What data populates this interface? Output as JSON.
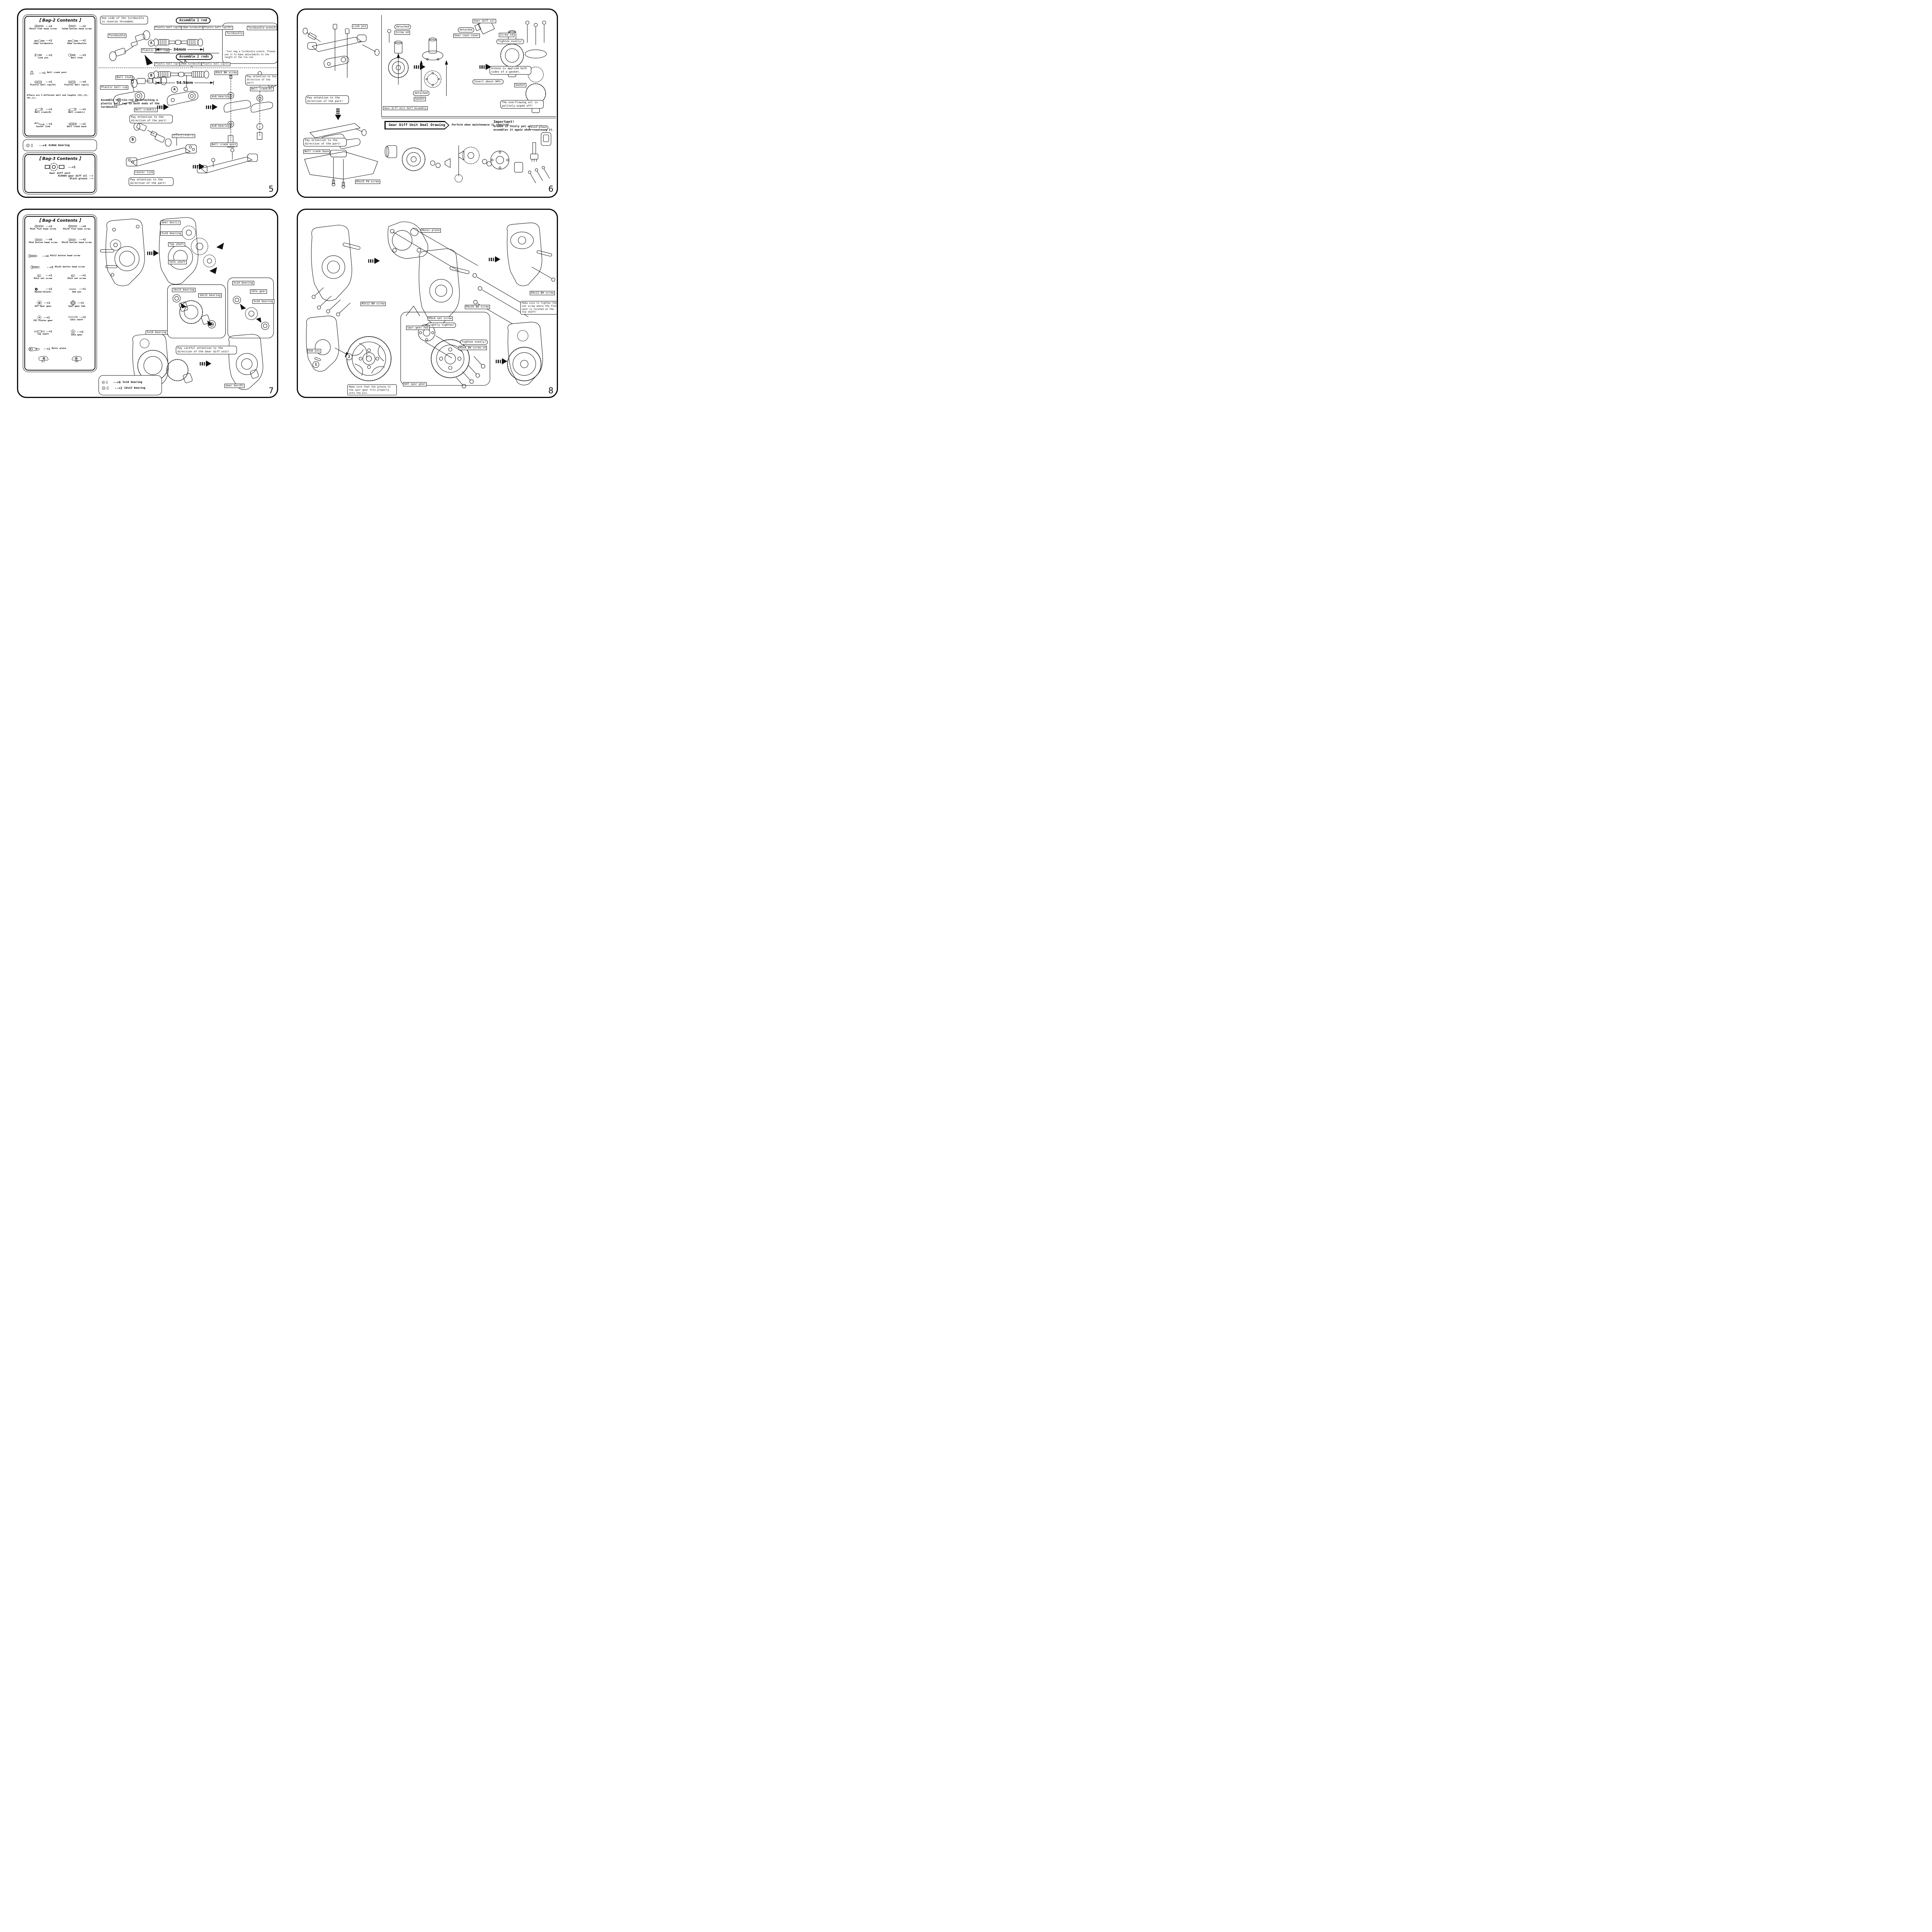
{
  "canvas": {
    "bg": "#ffffff",
    "ink": "#111111"
  },
  "page5": {
    "number": "5",
    "bag2": {
      "title": "【 Bag-2 Contents 】",
      "items": {
        "m3x15_fh": {
          "count": "--×2",
          "name": "M3x15 flat head screw",
          "icon": "flat-head-screw-icon"
        },
        "bh_3x5": {
          "count": "--×2",
          "name": "3x5mm button head screw",
          "icon": "button-head-screw-icon"
        },
        "tb16": {
          "count": "--×1",
          "name": "16mm turnbuckle",
          "icon": "turnbuckle-icon"
        },
        "tb30": {
          "count": "--×2",
          "name": "30mm turnbuckle",
          "icon": "turnbuckle-icon"
        },
        "link_pin": {
          "count": "--×2",
          "name": "Link pin",
          "icon": "link-pin-icon"
        },
        "ball_stud": {
          "count": "--×3",
          "name": "Ball stud",
          "icon": "ball-stud-icon"
        },
        "bell_crank_post": {
          "count": "--×2",
          "name": "Bell crank post",
          "icon": "post-icon"
        },
        "cup_ss": {
          "count": "--×2",
          "name": "Plastic ball cup(SS)",
          "icon": "ball-cup-icon"
        },
        "cup_s": {
          "count": "--×4",
          "name": "Plastic ball cup(S)",
          "icon": "ball-cup-icon"
        },
        "crank_r": {
          "count": "--×1",
          "name": "Bell crank(R)",
          "icon": "bell-crank-icon"
        },
        "crank_l": {
          "count": "--×1",
          "name": "Bell crank(L)",
          "icon": "bell-crank-icon"
        },
        "center_link": {
          "count": "--×1",
          "name": "Center link",
          "icon": "center-link-icon"
        },
        "crank_base": {
          "count": "--×1",
          "name": "Bell crank base",
          "icon": "crank-base-icon"
        }
      },
      "note": "※There are 4 different ball end lengths (SS),(S),(M),(L)."
    },
    "bearing_row": {
      "count": "--×4",
      "name": "4x8mm bearing",
      "icon": "bearing-icon"
    },
    "bag3": {
      "title": "【 Bag-3 Contents 】",
      "count": "--×1",
      "name": "Gear diff unit",
      "oil": "#10000 gear diff oil --×",
      "grease": "Black grease --×",
      "icon": "gear-diff-icon"
    },
    "notes": {
      "reverse": "One side of the turnbuckle is reverse threaded.",
      "tie_rod": "Assemble the tie-rod by attaching a plastic ball cup to both ends of the turnbuckle.",
      "tool_bag": "・Tool bag a turnbuckle wrench. Please use it to make adjustments to the length of the tie-rod.",
      "pay_attention": "Pay attention to the direction of the part!"
    },
    "headers": {
      "assemble1": "Assemble 1 rod",
      "assemble2": "Assemble 2 rods"
    },
    "labels": {
      "turnbuckle": "Turnbuckle",
      "plastic_cup": "Plastic ball cup",
      "cup_ss": "Plastic ball cup(SS)",
      "cup_s": "Plastic ball cup(S)",
      "tb16": "16mm turnbuckle",
      "tb30": "30mm turnbuckle",
      "turnbuckle_wrench": "Turnbuckle wrench",
      "ball_stud": "Ball stud",
      "bell_crank_l": "Bell crank(L)",
      "bell_crank_r": "Bell crank(R)",
      "m3x5_bh": "M3x5 BH screw",
      "bearing_4x8": "4x8 bearing",
      "bell_crank_post": "Bell crank post",
      "center_link": "Center link",
      "rod_end_ball_jp": "ロッドエンドボール"
    },
    "dims": {
      "rod1": "34mm",
      "rod2": "54.5mm"
    },
    "marks": {
      "a": "A",
      "b": "B"
    }
  },
  "page6": {
    "number": "6",
    "labels": {
      "link_pin": "Link pin",
      "bell_crank_base": "Bell crank base",
      "m3x15_fh": "M3x15 FH screw",
      "detached": "detached",
      "screw_x4": "Screw x4",
      "gasket": "Gasket",
      "gear_case_cover": "Gear case cover",
      "gear_diff_oil": "Gear diff oil",
      "tighten_evenly": "Tighten evenly!",
      "insert_80": "Insert about 80%!",
      "half_assembly": "Gear Diff Unit Half Assembly",
      "black_grease": "Black grease"
    },
    "notes": {
      "pay_attention": "Pay attention to the direction of the part!",
      "grease_both": "Grease is applied both sides of a gasket.",
      "overflow": "The overflowing oil is politely wiped off!"
    },
    "deal": {
      "title": "Gear Diff Unit Deal Drawing",
      "subtitle": "Perform when maintenance is required.",
      "important_title": "Important!",
      "important_body": "Grease is thinly put up and it assembles it again when resolving it."
    }
  },
  "page7": {
    "number": "7",
    "bag4": {
      "title": "【 Bag-4 Contents 】",
      "items": {
        "m3x8_fh": {
          "count": "--×2",
          "name": "M3x8 flat head screw",
          "icon": "flat-head-screw-icon"
        },
        "m3x10_fh": {
          "count": "--×4",
          "name": "M3x10 flat head screw",
          "icon": "flat-head-screw-icon"
        },
        "m3x6_bh": {
          "count": "--×6",
          "name": "M3x6 button head screw",
          "icon": "button-head-screw-icon"
        },
        "m3x10_bh": {
          "count": "--×2",
          "name": "M3x10 button head screw",
          "icon": "button-head-screw-icon"
        },
        "m3x12_bh": {
          "count": "--×4",
          "name": "M3x12 button head screw",
          "icon": "button-head-screw-icon"
        },
        "m3x35_bh": {
          "count": "--×3",
          "name": "M3x35 button head screw",
          "icon": "button-head-screw-icon"
        },
        "m3x3_set": {
          "count": "--×1",
          "name": "M3x3 set screw",
          "icon": "set-screw-icon"
        },
        "m3x4_set": {
          "count": "--×1",
          "name": "M3x4 set screw",
          "icon": "set-screw-icon"
        },
        "washer": {
          "count": "--×2",
          "name": "Washer(black)",
          "icon": "washer-icon"
        },
        "hub_pin": {
          "count": "--×1",
          "name": "Hub pin",
          "icon": "hub-pin-icon"
        },
        "spur_84t": {
          "count": "--×1",
          "name": "84T Spur gear",
          "icon": "spur-gear-icon"
        },
        "spur_gear_hub": {
          "count": "--×1",
          "name": "Spur gear hub",
          "icon": "hub-icon"
        },
        "pinion_20t": {
          "count": "--×1",
          "name": "20T Pinion gear",
          "icon": "pinion-gear-icon"
        },
        "idle_shaft": {
          "count": "--×2",
          "name": "Idle shaft",
          "icon": "idle-shaft-icon"
        },
        "top_shaft": {
          "count": "--×1",
          "name": "Top shaft",
          "icon": "top-shaft-icon"
        },
        "idle_gear": {
          "count": "--×2",
          "name": "Idle gear",
          "icon": "idle-gear-icon"
        },
        "motor_plate": {
          "count": "--×1",
          "name": "Motor plate",
          "icon": "motor-plate-icon"
        }
      },
      "gbox_l": "(L)",
      "gbox_r": "(R)"
    },
    "bearing_box": {
      "b1_count": "--×6",
      "b1_name": "5x10 bearing",
      "b2_count": "--×2",
      "b2_name": "10x15 bearing"
    },
    "labels": {
      "gear_box_l": "Gear box(L)",
      "gear_box_r": "Gear box(R)",
      "bearing_5x10": "5x10 bearing",
      "bearing_10x15": "10x15 bearing",
      "top_shaft": "Top shaft",
      "idle_shaft": "Idle shaft",
      "idle_gear": "Idle gear"
    },
    "notes": {
      "pay_careful": "Pay careful attention to the direction of the Gear diff unit!"
    }
  },
  "page8": {
    "number": "8",
    "labels": {
      "motor_plate": "Motor plate",
      "m3x12_bh": "M3x12 BH screw",
      "m3x35_bh": "M3x35 BH screw",
      "m3x4_set": "M3x4 set screw",
      "lightly_tighten": "Lightly tighten!",
      "spur_gear_hub": "Spur gear hub",
      "tighten_evenly": "Tighten evenly!",
      "m3x8_bh_x4": "M3x8 BH screw x4",
      "hub_pin": "Hub pin",
      "spur_84t": "84T spur gear"
    },
    "notes": {
      "set_screw": "Make sure to tighten the set screw where the flat spot is located on the top shaft!",
      "groove": "Make sure that the groove in the spur gear fits properly onto the pin."
    },
    "marks": {
      "one": "1",
      "two": "2"
    }
  }
}
